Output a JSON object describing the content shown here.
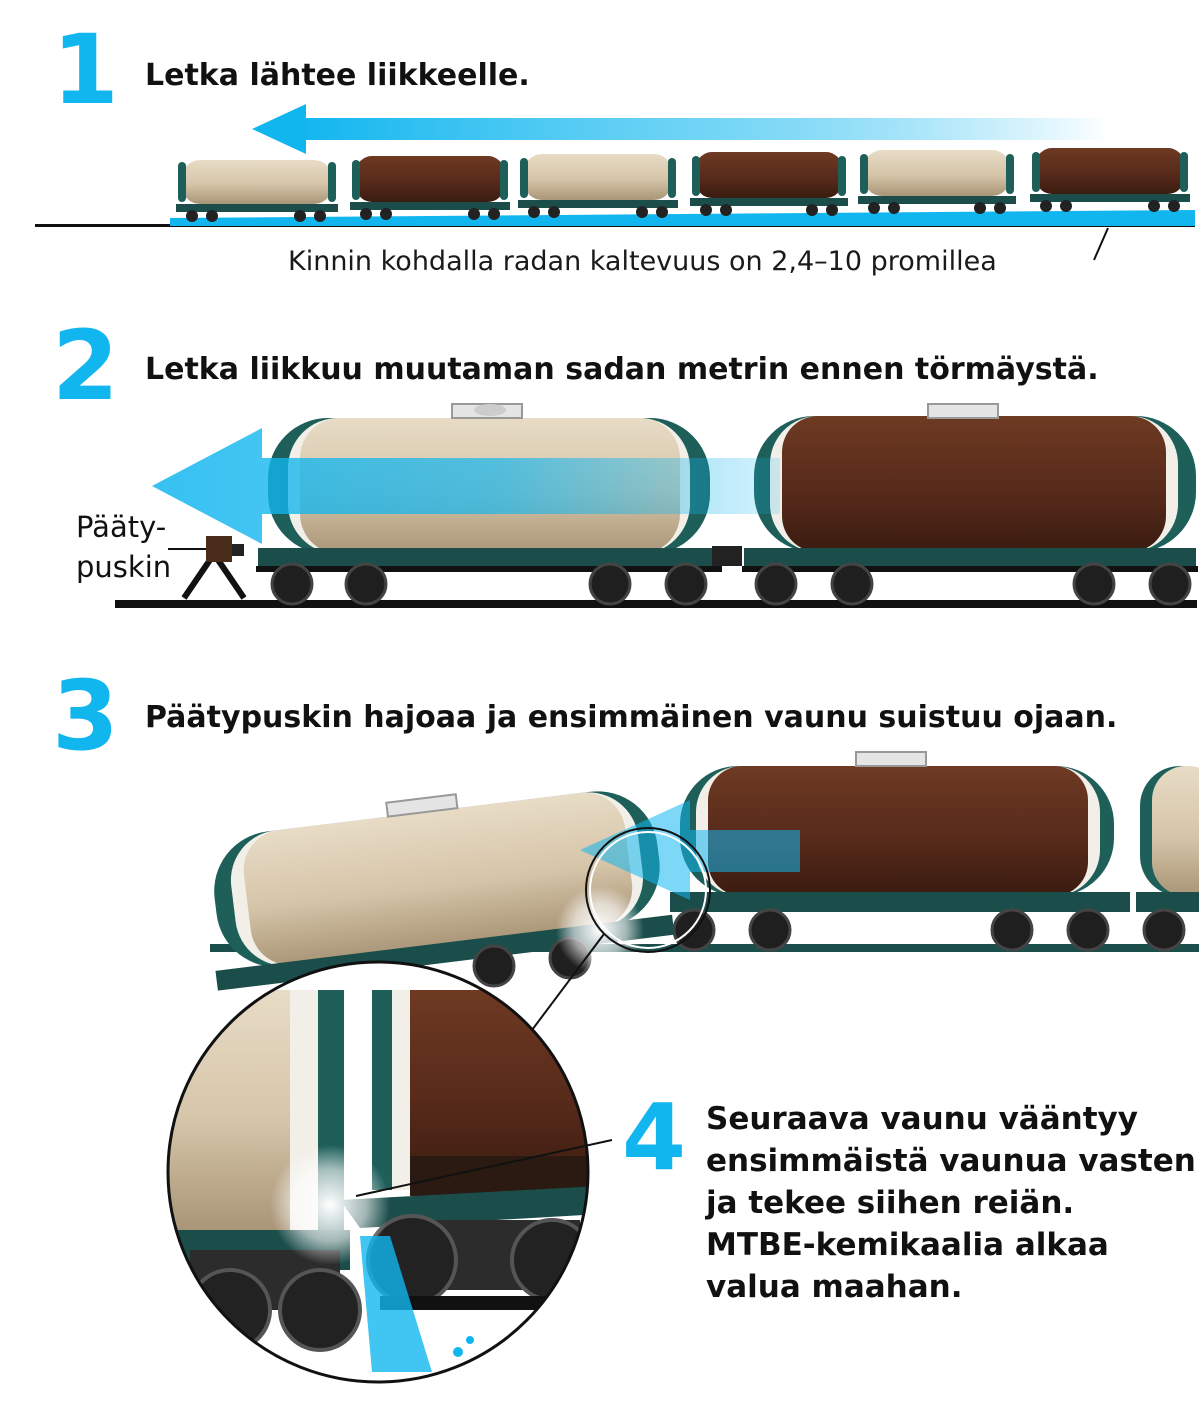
{
  "steps": [
    {
      "number": "1",
      "text": "Letka lähtee liikkeelle."
    },
    {
      "number": "2",
      "text": "Letka liikkuu muutaman sadan metrin ennen törmäystä."
    },
    {
      "number": "3",
      "text": "Päätypuskin hajoaa ja ensimmäinen vaunu suistuu ojaan."
    },
    {
      "number": "4",
      "lines": [
        "Seuraava vaunu vääntyy",
        "ensimmäistä vaunua vasten",
        "ja tekee siihen reiän.",
        "MTBE-kemikaalia alkaa",
        "valua maahan."
      ]
    }
  ],
  "slope_note": "Kinnin kohdalla radan kaltevuus on 2,4–10 promillea",
  "buffer_label": [
    "Pääty-",
    "puskin"
  ],
  "colors": {
    "accent": "#12b6ef",
    "tank_beige": "#d8c8ae",
    "tank_brown": "#5a2e1b",
    "frame_green": "#1b4e4b",
    "end_cap": "#1e5f5a"
  }
}
